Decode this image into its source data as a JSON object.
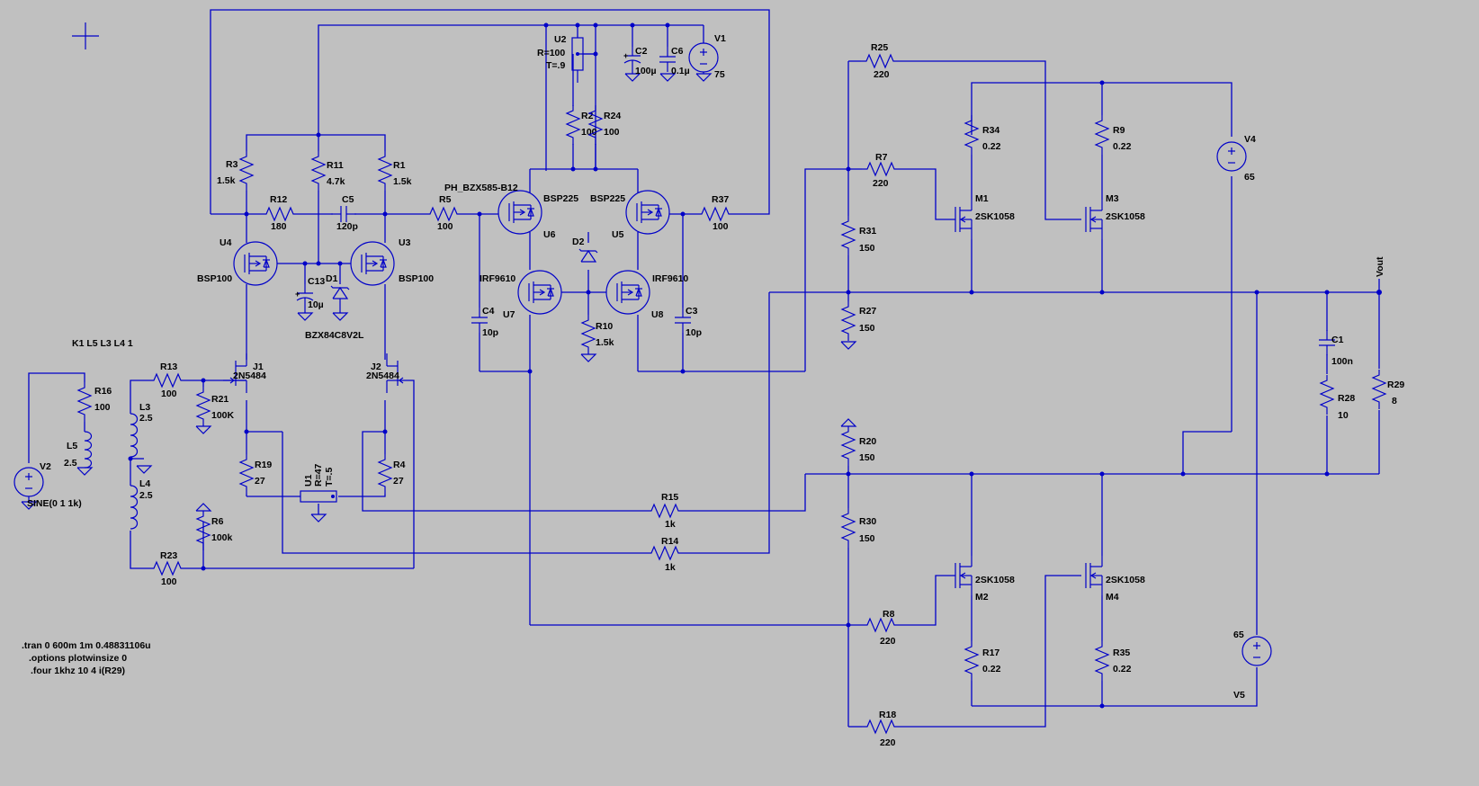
{
  "title": "",
  "spice_directives": [
    ".tran 0 600m 1m 0.48831106u",
    ".options plotwinsize 0",
    ".four 1khz 10 4 i(R29)"
  ],
  "coupling": "K1 L5 L3 L4 1",
  "net_labels": {
    "vout": "Vout"
  },
  "resistors": [
    {
      "name": "R25",
      "value": "220"
    },
    {
      "name": "R7",
      "value": "220"
    },
    {
      "name": "R34",
      "value": "0.22"
    },
    {
      "name": "R9",
      "value": "0.22"
    },
    {
      "name": "R31",
      "value": "150"
    },
    {
      "name": "R27",
      "value": "150"
    },
    {
      "name": "R20",
      "value": "150"
    },
    {
      "name": "R30",
      "value": "150"
    },
    {
      "name": "R8",
      "value": "220"
    },
    {
      "name": "R17",
      "value": "0.22"
    },
    {
      "name": "R35",
      "value": "0.22"
    },
    {
      "name": "R18",
      "value": "220"
    },
    {
      "name": "R28",
      "value": "10"
    },
    {
      "name": "R29",
      "value": "8"
    },
    {
      "name": "R3",
      "value": "1.5k"
    },
    {
      "name": "R11",
      "value": "4.7k"
    },
    {
      "name": "R1",
      "value": "1.5k"
    },
    {
      "name": "R12",
      "value": "180"
    },
    {
      "name": "R5",
      "value": "100"
    },
    {
      "name": "R2",
      "value": "100"
    },
    {
      "name": "R24",
      "value": "100"
    },
    {
      "name": "R37",
      "value": "100"
    },
    {
      "name": "R10",
      "value": "1.5k"
    },
    {
      "name": "R13",
      "value": "100"
    },
    {
      "name": "R21",
      "value": "100K"
    },
    {
      "name": "R16",
      "value": "100"
    },
    {
      "name": "R19",
      "value": "27"
    },
    {
      "name": "R4",
      "value": "27"
    },
    {
      "name": "R6",
      "value": "100k"
    },
    {
      "name": "R23",
      "value": "100"
    },
    {
      "name": "R15",
      "value": "1k"
    },
    {
      "name": "R14",
      "value": "1k"
    }
  ],
  "capacitors": [
    {
      "name": "C2",
      "value": "100µ"
    },
    {
      "name": "C6",
      "value": "0.1µ"
    },
    {
      "name": "C5",
      "value": "120p"
    },
    {
      "name": "C13",
      "value": "10µ"
    },
    {
      "name": "C4",
      "value": "10p"
    },
    {
      "name": "C3",
      "value": "10p"
    },
    {
      "name": "C1",
      "value": "100n"
    }
  ],
  "inductors": [
    {
      "name": "L3",
      "value": "2.5"
    },
    {
      "name": "L4",
      "value": "2.5"
    },
    {
      "name": "L5",
      "value": "2.5"
    }
  ],
  "transistors": [
    {
      "name": "M1",
      "part": "2SK1058"
    },
    {
      "name": "M3",
      "part": "2SK1058"
    },
    {
      "name": "M2",
      "part": "2SK1058"
    },
    {
      "name": "M4",
      "part": "2SK1058"
    },
    {
      "name": "U4",
      "part": "BSP100"
    },
    {
      "name": "U3",
      "part": "BSP100"
    },
    {
      "name": "U6",
      "part": "BSP225"
    },
    {
      "name": "U5",
      "part": "BSP225"
    },
    {
      "name": "U7",
      "part": "IRF9610"
    },
    {
      "name": "U8",
      "part": "IRF9610"
    },
    {
      "name": "J1",
      "part": "2N5484"
    },
    {
      "name": "J2",
      "part": "2N5484"
    }
  ],
  "diodes": [
    {
      "name": "D1",
      "part": "BZX84C8V2L"
    },
    {
      "name": "D2",
      "part": "PH_BZX585-B12"
    }
  ],
  "pots": [
    {
      "name": "U2",
      "r": "R=100",
      "t": "T=.9"
    },
    {
      "name": "U1",
      "r": "R=47",
      "t": "T=.5"
    }
  ],
  "sources": [
    {
      "name": "V1",
      "value": "75"
    },
    {
      "name": "V4",
      "value": "65"
    },
    {
      "name": "V5",
      "value": "65"
    },
    {
      "name": "V2",
      "value": "SINE(0 1 1k)"
    }
  ]
}
